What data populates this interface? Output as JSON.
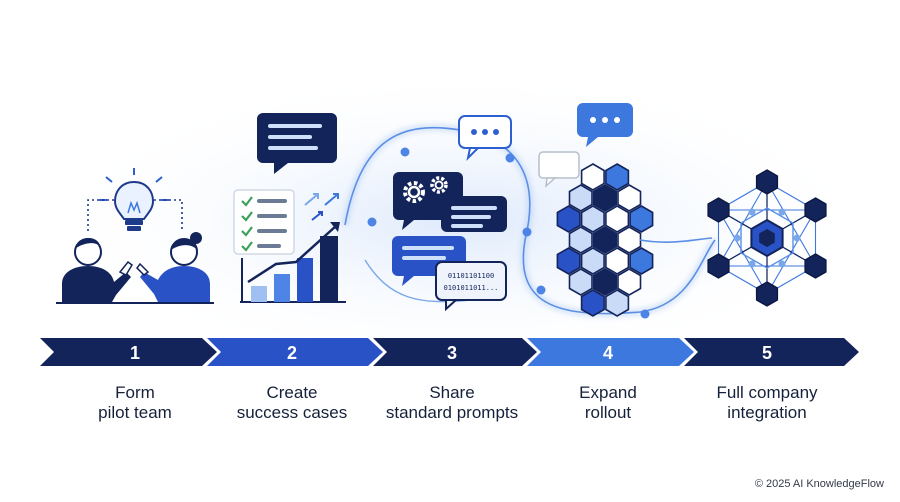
{
  "steps": [
    {
      "number": "1",
      "line1": "Form",
      "line2": "pilot team"
    },
    {
      "number": "2",
      "line1": "Create",
      "line2": "success cases"
    },
    {
      "number": "3",
      "line1": "Share",
      "line2": "standard prompts"
    },
    {
      "number": "4",
      "line1": "Expand",
      "line2": "rollout"
    },
    {
      "number": "5",
      "line1": "Full company",
      "line2": "integration"
    }
  ],
  "binary_text": {
    "line1": "01101101100",
    "line2": "0101011011..."
  },
  "footer": "© 2025 AI KnowledgeFlow",
  "colors": {
    "navy": "#13245a",
    "mid_blue": "#2a52c7",
    "light_blue": "#3d78df",
    "pale_blue": "#c9dbf7",
    "glow": "#dbe8fb"
  }
}
